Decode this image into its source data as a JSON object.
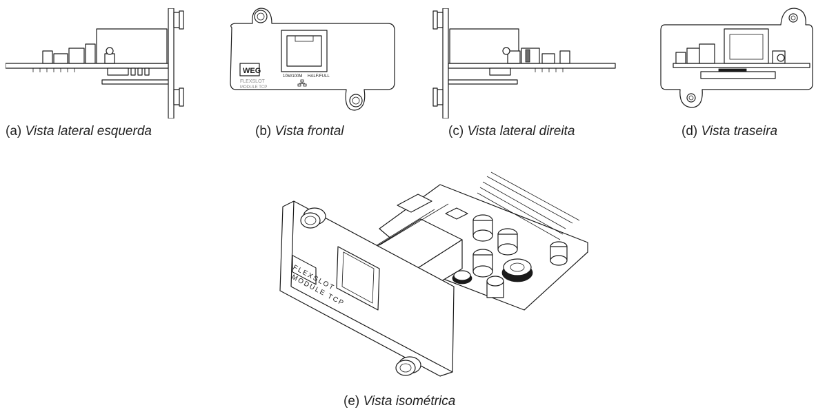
{
  "figures": [
    {
      "id": "a",
      "tag": "(a)",
      "caption": "Vista lateral esquerda"
    },
    {
      "id": "b",
      "tag": "(b)",
      "caption": "Vista frontal"
    },
    {
      "id": "c",
      "tag": "(c)",
      "caption": "Vista lateral direita"
    },
    {
      "id": "d",
      "tag": "(d)",
      "caption": "Vista traseira"
    },
    {
      "id": "e",
      "tag": "(e)",
      "caption": "Vista isométrica"
    }
  ],
  "panel_labels": {
    "speed": "10M/100M",
    "duplex": "HALF/FULL",
    "brand": "WEG",
    "product_line1": "FLEXSLOT",
    "product_line2": "MODULE TCP"
  }
}
